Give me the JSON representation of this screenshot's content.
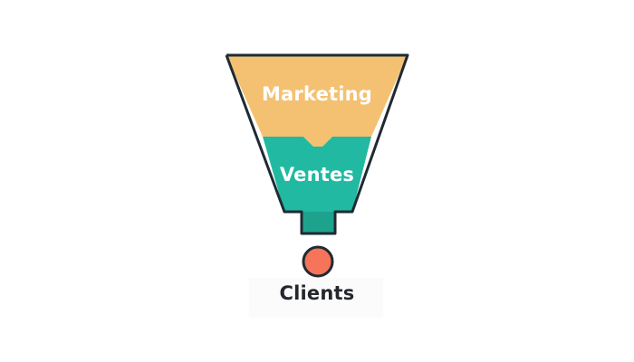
{
  "diagram": {
    "type": "funnel",
    "stages": [
      {
        "id": "marketing",
        "label": "Marketing",
        "color": "#F4C172",
        "text_color": "#FFFFFF"
      },
      {
        "id": "ventes",
        "label": "Ventes",
        "color": "#21B9A1",
        "text_color": "#FFFFFF"
      }
    ],
    "stem_color": "#1DA38D",
    "outline_color": "#1F2A33",
    "output": {
      "label": "Clients",
      "circle_color": "#F5745A",
      "text_color": "#23262B",
      "label_bg_color": "#FBFBFC"
    }
  }
}
